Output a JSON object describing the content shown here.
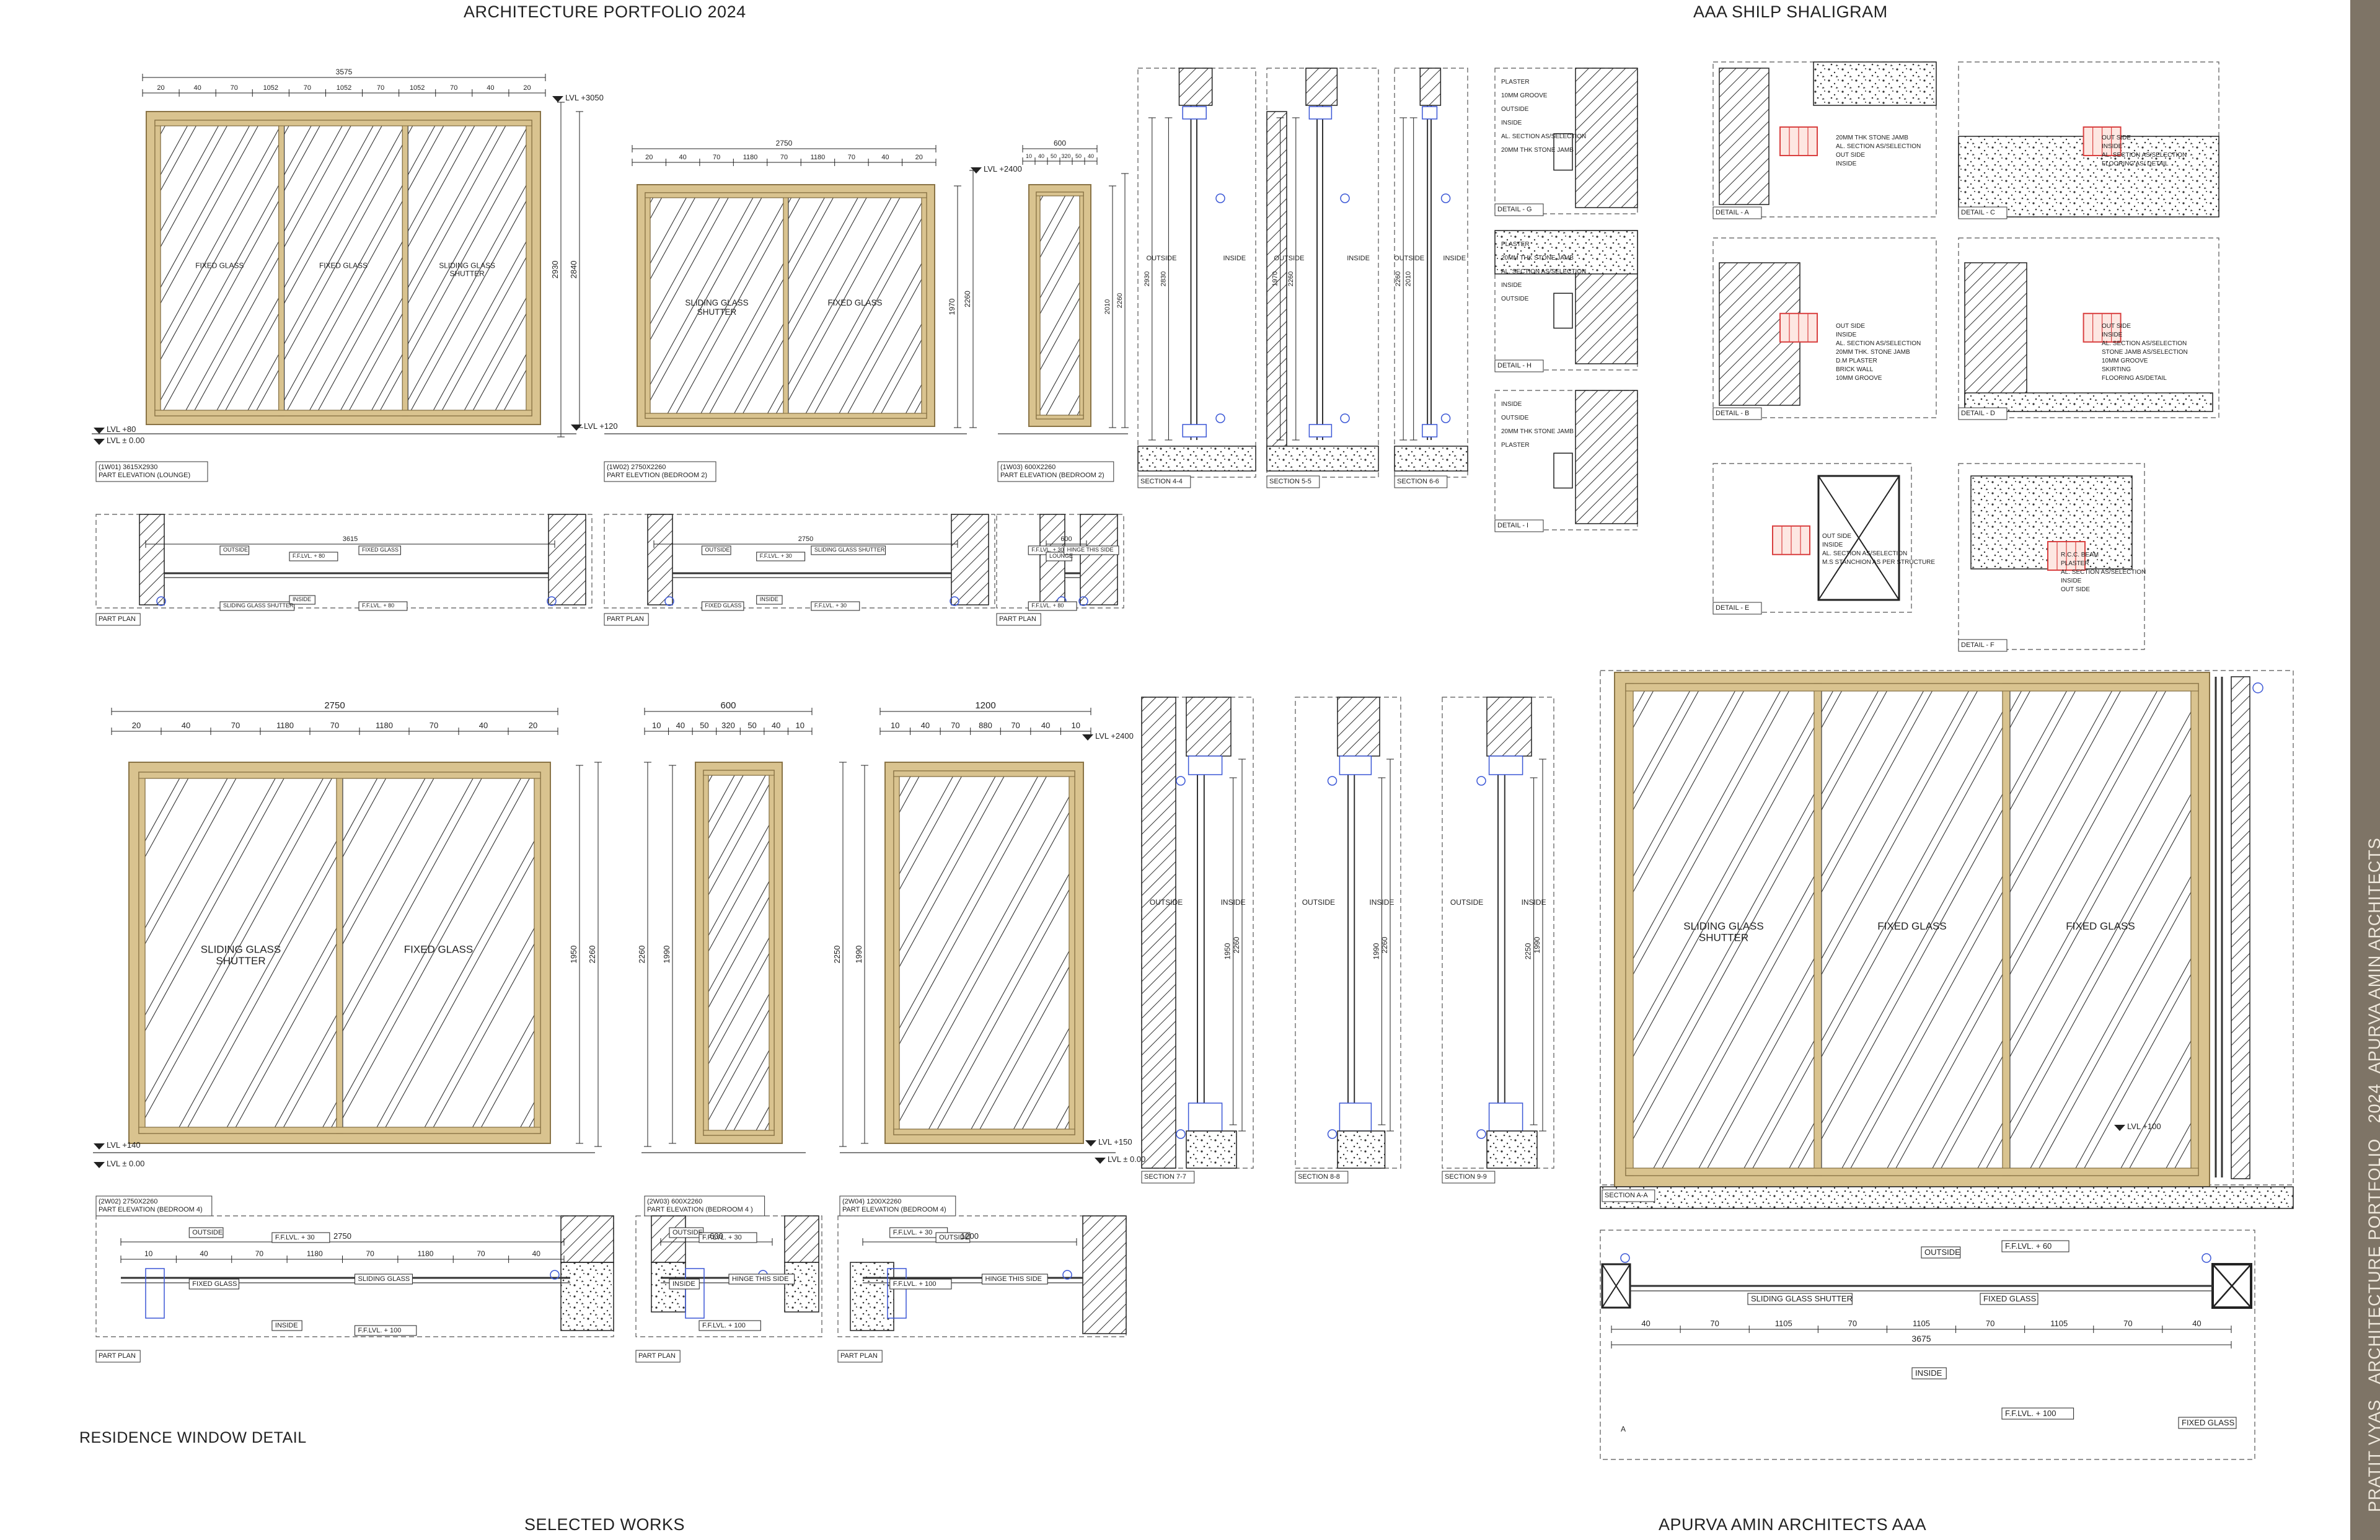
{
  "header": {
    "left_title": "ARCHITECTURE PORTFOLIO 2024",
    "right_title": "AAA SHILP SHALIGRAM"
  },
  "footer": {
    "left": "SELECTED WORKS",
    "right": "APURVA AMIN ARCHITECTS AAA"
  },
  "sidebar_text": "PRATIT VYAS _ARCHITECTURE PORTFOLIO_ 2024_APURVA AMIN ARCHITECTS",
  "section_heading": "RESIDENCE WINDOW DETAIL",
  "colors": {
    "frame": "#d9c38f",
    "frame_stroke": "#8a7446",
    "line": "#222222",
    "accent_blue": "#3b57d6",
    "accent_red": "#d94040",
    "sidebar": "#7e7466"
  },
  "top_row": {
    "elev_1": {
      "overall": "3575",
      "segments": [
        "20",
        "40",
        "70",
        "1052",
        "70",
        "1052",
        "70",
        "1052",
        "70",
        "40",
        "20"
      ],
      "pane_labels": [
        "FIXED GLASS",
        "FIXED GLASS",
        "SLIDING GLASS\nSHUTTER"
      ],
      "heights": [
        "2930",
        "2840"
      ],
      "levels": [
        "LVL +3050",
        "LVL +80",
        "LVL ± 0.00",
        "LVL +120"
      ],
      "caption_code": "(1W01)",
      "caption_size": "3615X2930",
      "caption_title": "PART ELEVATION (LOUNGE)"
    },
    "elev_2": {
      "overall": "2750",
      "segments": [
        "20",
        "40",
        "70",
        "1180",
        "70",
        "1180",
        "70",
        "40",
        "20"
      ],
      "pane_labels": [
        "SLIDING GLASS\nSHUTTER",
        "FIXED GLASS"
      ],
      "heights": [
        "1970",
        "2260"
      ],
      "levels": [
        "LVL +2400"
      ],
      "caption_code": "(1W02)",
      "caption_size": "2750X2260",
      "caption_title": "PART ELEVTION (BEDROOM 2)"
    },
    "elev_3": {
      "overall": "600",
      "heights": [
        "2010",
        "2260"
      ],
      "caption_code": "(1W03)",
      "caption_size": "600X2260",
      "caption_title": "PART ELEVATION (BEDROOM 2)"
    },
    "sections": [
      {
        "label": "SECTION 4-4",
        "dims": [
          "2930",
          "2830"
        ],
        "outside": "OUTSIDE",
        "inside": "INSIDE"
      },
      {
        "label": "SECTION 5-5",
        "dims": [
          "1970",
          "2260"
        ],
        "outside": "OUTSIDE",
        "inside": "INSIDE"
      },
      {
        "label": "SECTION 6-6",
        "dims": [
          "2260",
          "2010"
        ],
        "outside": "OUTSIDE",
        "inside": "INSIDE"
      }
    ],
    "details_mid": [
      {
        "label": "DETAIL - G",
        "notes": [
          "PLASTER",
          "10MM GROOVE",
          "OUTSIDE",
          "INSIDE",
          "AL. SECTION AS/SELECTION",
          "20MM THK STONE JAMB"
        ]
      },
      {
        "label": "DETAIL - H",
        "notes": [
          "PLASTER",
          "20MM THK STONE JAMB",
          "AL. SECTION AS/SELECTION",
          "INSIDE",
          "OUTSIDE"
        ]
      },
      {
        "label": "DETAIL - I",
        "notes": [
          "INSIDE",
          "OUTSIDE",
          "20MM THK STONE JAMB",
          "PLASTER"
        ]
      }
    ],
    "details_right": [
      {
        "label": "DETAIL - A",
        "notes": [
          "20MM THK STONE JAMB",
          "AL. SECTION AS/SELECTION",
          "OUT SIDE",
          "INSIDE"
        ]
      },
      {
        "label": "DETAIL - C",
        "notes": [
          "OUT SIDE",
          "INSIDE",
          "AL. SECTION AS/SELECTION",
          "FLOORING AS/ DETAIL"
        ]
      },
      {
        "label": "DETAIL - B",
        "notes": [
          "OUT SIDE",
          "INSIDE",
          "AL. SECTION AS/SELECTION",
          "20MM THK. STONE JAMB",
          "D.M PLASTER",
          "BRICK WALL",
          "10MM GROOVE"
        ]
      },
      {
        "label": "DETAIL - D",
        "notes": [
          "OUT SIDE",
          "INSIDE",
          "AL. SECTION AS/SELECTION",
          "STONE JAMB AS/SELECTION",
          "10MM GROOVE",
          "SKIRTING",
          "FLOORING AS/DETAIL"
        ]
      },
      {
        "label": "DETAIL - E",
        "notes": [
          "OUT SIDE",
          "INSIDE",
          "AL. SECTION AS/SELECTION",
          "M.S STANCHION AS PER STRUCTURE"
        ]
      },
      {
        "label": "DETAIL - F",
        "notes": [
          "R.C.C. BEAM",
          "PLASTER",
          "AL. SECTION AS/SELECTION",
          "INSIDE",
          "OUT SIDE"
        ]
      }
    ],
    "plans": [
      {
        "label": "PART PLAN",
        "overall": "3615",
        "notes": [
          "OUTSIDE",
          "F.F.LVL. + 80",
          "FIXED GLASS",
          "SLIDING GLASS SHUTTER",
          "INSIDE",
          "F.F.LVL. + 80"
        ]
      },
      {
        "label": "PART PLAN",
        "overall": "2750",
        "notes": [
          "OUTSIDE",
          "F.F.LVL. + 30",
          "SLIDING GLASS SHUTTER",
          "FIXED GLASS",
          "INSIDE",
          "F.F.LVL. + 30"
        ]
      },
      {
        "label": "PART PLAN",
        "overall": "600",
        "notes": [
          "F.F.LVL. + 30",
          "LOUNGE",
          "HINGE THIS SIDE",
          "F.F.LVL. + 80"
        ]
      }
    ]
  },
  "bottom_row": {
    "elev_4": {
      "overall": "2750",
      "segments": [
        "20",
        "40",
        "70",
        "1180",
        "70",
        "1180",
        "70",
        "40",
        "20"
      ],
      "pane_labels": [
        "SLIDING GLASS\nSHUTTER",
        "FIXED GLASS"
      ],
      "heights": [
        "1950",
        "2260"
      ],
      "levels": [
        "LVL +140",
        "LVL ± 0.00"
      ],
      "caption_code": "(2W02) 2750X2260",
      "caption_title": "PART ELEVATION (BEDROOM 4)"
    },
    "elev_5": {
      "overall": "600",
      "segments": [
        "10",
        "40",
        "50",
        "320",
        "50",
        "40",
        "10"
      ],
      "heights": [
        "2260",
        "1990"
      ],
      "caption_code": "(2W03) 600X2260",
      "caption_title": "PART ELEVATION (BEDROOM 4 )"
    },
    "elev_6": {
      "overall": "1200",
      "segments": [
        "10",
        "40",
        "70",
        "880",
        "70",
        "40",
        "10"
      ],
      "heights": [
        "2250",
        "1990"
      ],
      "levels": [
        "LVL +2400",
        "LVL +150",
        "LVL ± 0.00"
      ],
      "caption_code": "(2W04) 1200X2260",
      "caption_title": "PART ELEVATION (BEDROOM 4)"
    },
    "sections": [
      {
        "label": "SECTION 7-7",
        "dims": [
          "1950",
          "2260"
        ],
        "outside": "OUTSIDE",
        "inside": "INSIDE"
      },
      {
        "label": "SECTION 8-8",
        "dims": [
          "1990",
          "2260"
        ],
        "outside": "OUTSIDE",
        "inside": "INSIDE"
      },
      {
        "label": "SECTION 9-9",
        "dims": [
          "2250",
          "1990"
        ],
        "outside": "OUTSIDE",
        "inside": "INSIDE"
      }
    ],
    "section_aa": {
      "label": "SECTION A-A",
      "pane_labels": [
        "SLIDING GLASS\nSHUTTER",
        "FIXED GLASS",
        "FIXED GLASS"
      ],
      "level": "LVL +100"
    },
    "plans": [
      {
        "label": "PART PLAN",
        "overall": "2750",
        "segments": [
          "10",
          "40",
          "70",
          "1180",
          "70",
          "1180",
          "70",
          "40"
        ],
        "notes": [
          "OUTSIDE",
          "F.F.LVL. + 30",
          "SLIDING GLASS",
          "FIXED GLASS",
          "INSIDE",
          "F.F.LVL. + 100"
        ]
      },
      {
        "label": "PART PLAN",
        "overall": "600",
        "notes": [
          "OUTSIDE",
          "F.F.LVL. + 30",
          "HINGE THIS SIDE",
          "INSIDE",
          "F.F.LVL. + 100"
        ]
      },
      {
        "label": "PART PLAN",
        "overall": "1200",
        "notes": [
          "F.F.LVL. + 30",
          "OUTSIDE",
          "HINGE THIS SIDE",
          "F.F.LVL. + 100"
        ]
      }
    ],
    "plan_aa": {
      "overall": "3675",
      "segments": [
        "40",
        "70",
        "1105",
        "70",
        "1105",
        "70",
        "1105",
        "70",
        "40"
      ],
      "notes": [
        "OUTSIDE",
        "F.F.LVL. + 60",
        "SLIDING GLASS SHUTTER",
        "FIXED GLASS",
        "INSIDE",
        "F.F.LVL. + 100",
        "FIXED GLASS"
      ]
    }
  }
}
